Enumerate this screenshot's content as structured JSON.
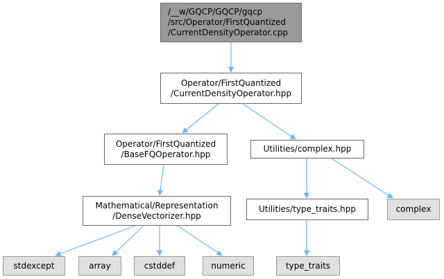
{
  "colors": {
    "edge": "#63b8ff",
    "root_fill": "#999999",
    "internal_fill": "#ffffff",
    "external_fill": "#e0e0e0",
    "border": "#666666"
  },
  "nodes": {
    "root": "/__w/GQCP/GQCP/gqcp\n/src/Operator/FirstQuantized\n/CurrentDensityOperator.cpp",
    "current_density_hpp": "Operator/FirstQuantized\n/CurrentDensityOperator.hpp",
    "base_fq_operator_hpp": "Operator/FirstQuantized\n/BaseFQOperator.hpp",
    "complex_hpp": "Utilities/complex.hpp",
    "dense_vectorizer_hpp": "Mathematical/Representation\n/DenseVectorizer.hpp",
    "type_traits_hpp": "Utilities/type_traits.hpp",
    "complex": "complex",
    "stdexcept": "stdexcept",
    "array": "array",
    "cstddef": "cstddef",
    "numeric": "numeric",
    "type_traits": "type_traits"
  }
}
